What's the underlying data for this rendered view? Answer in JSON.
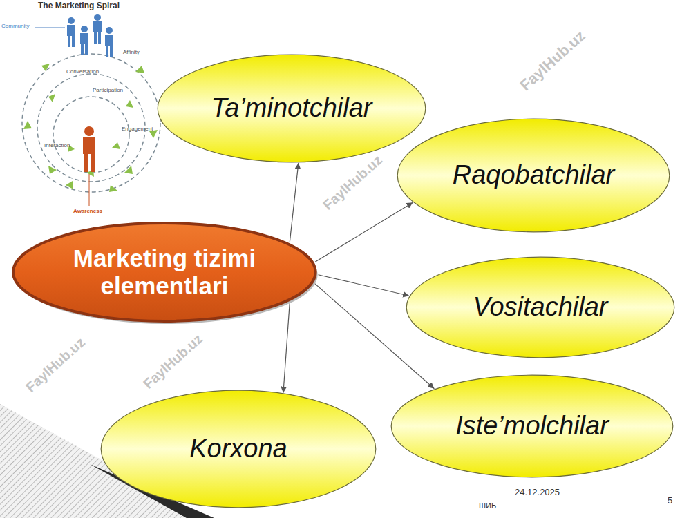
{
  "diagram": {
    "nodes": [
      {
        "text": [
          "Ta’minotchilar"
        ]
      },
      {
        "text": [
          "Raqobatchilar"
        ]
      },
      {
        "text": [
          "Marketing tizimi elementlari"
        ]
      },
      {
        "text": [
          "Vositachilar"
        ]
      },
      {
        "text": [
          "Iste’molchilar"
        ]
      },
      {
        "text": [
          "Korxona"
        ]
      }
    ],
    "edges": [
      {
        "from": 2,
        "to": 0,
        "arrow": "to"
      },
      {
        "from": 2,
        "to": 1,
        "arrow": "to"
      },
      {
        "from": 2,
        "to": 3,
        "arrow": "to"
      },
      {
        "from": 2,
        "to": 4,
        "arrow": "to"
      },
      {
        "from": 2,
        "to": 5,
        "arrow": "to"
      }
    ],
    "labels": [
      "The Marketing Spiral",
      "Community",
      "Affinity",
      "Conversation",
      "Participation",
      "Engagement",
      "Interaction",
      "Awareness",
      "FaylHub.uz",
      "FaylHub.uz",
      "FaylHub.uz",
      "FaylHub.uz",
      "24.12.2025",
      "ШИБ",
      "5"
    ]
  }
}
